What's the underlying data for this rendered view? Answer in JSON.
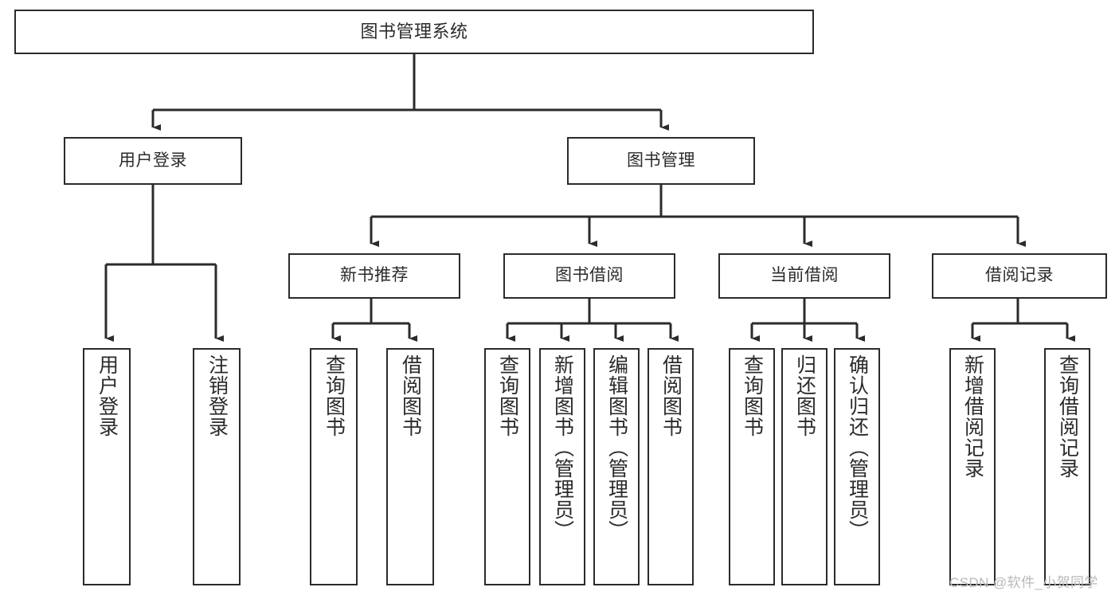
{
  "diagram": {
    "title": "图书管理系统",
    "watermark": "CSDN @软件_小贺同学",
    "colors": {
      "stroke": "#2b2b2b",
      "fill": "#ffffff",
      "text": "#2b2b2b",
      "watermark": "#b9b9b9"
    },
    "levels": {
      "root": {
        "label": "图书管理系统"
      },
      "level2": [
        {
          "label": "用户登录"
        },
        {
          "label": "图书管理"
        }
      ],
      "level3": [
        {
          "label": "新书推荐"
        },
        {
          "label": "图书借阅"
        },
        {
          "label": "当前借阅"
        },
        {
          "label": "借阅记录"
        }
      ],
      "leaves": {
        "user_login": [
          {
            "label": "用户登录"
          },
          {
            "label": "注销登录"
          }
        ],
        "new_book": [
          {
            "label": "查询图书"
          },
          {
            "label": "借阅图书"
          }
        ],
        "book_borrow": [
          {
            "label": "查询图书"
          },
          {
            "label": "新增图书（管理员）"
          },
          {
            "label": "编辑图书（管理员）"
          },
          {
            "label": "借阅图书"
          }
        ],
        "current_borrow": [
          {
            "label": "查询图书"
          },
          {
            "label": "归还图书"
          },
          {
            "label": "确认归还（管理员）"
          }
        ],
        "borrow_record": [
          {
            "label": "新增借阅记录"
          },
          {
            "label": "查询借阅记录"
          }
        ]
      }
    }
  }
}
